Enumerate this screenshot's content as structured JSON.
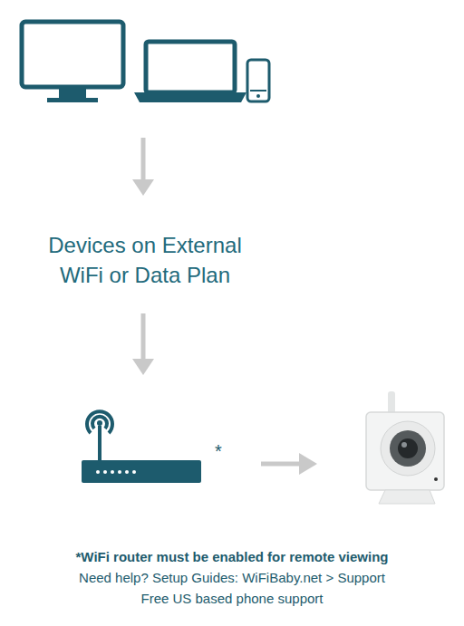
{
  "diagram": {
    "labels": [
      "Devices on External WiFi or Data Plan",
      "*",
      "*WiFi router must be enabled for remote viewing",
      "Need help? Setup Guides: WiFiBaby.net > Support",
      "Free US based phone support"
    ]
  }
}
